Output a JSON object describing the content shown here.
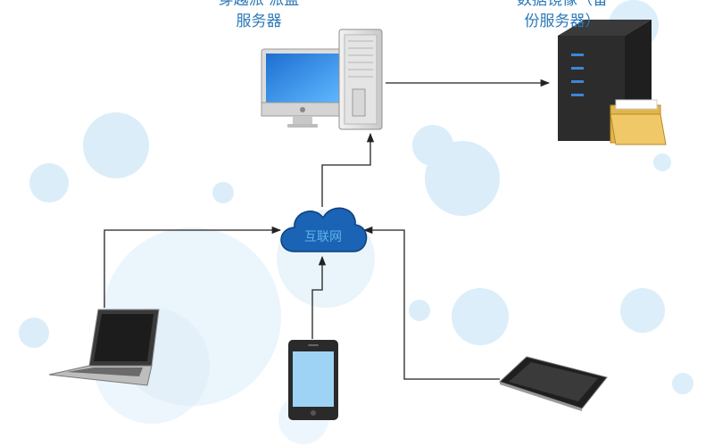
{
  "nodes": {
    "server": {
      "label_line1": "穿越派·派盘",
      "label_line2": "服务器"
    },
    "backup": {
      "label_line1": "数据镜像（备",
      "label_line2": "份服务器）"
    },
    "cloud": {
      "label": "互联网"
    }
  },
  "edges": [
    {
      "from": "laptop",
      "to": "cloud"
    },
    {
      "from": "phone",
      "to": "cloud"
    },
    {
      "from": "tablet",
      "to": "cloud"
    },
    {
      "from": "cloud",
      "to": "server"
    },
    {
      "from": "server",
      "to": "backup"
    }
  ],
  "colors": {
    "bubble": "#cfe8f7",
    "label": "#2b78b8",
    "cloud_fill": "#1a63b5",
    "cloud_text": "#5fb3ea",
    "connector": "#222222"
  }
}
